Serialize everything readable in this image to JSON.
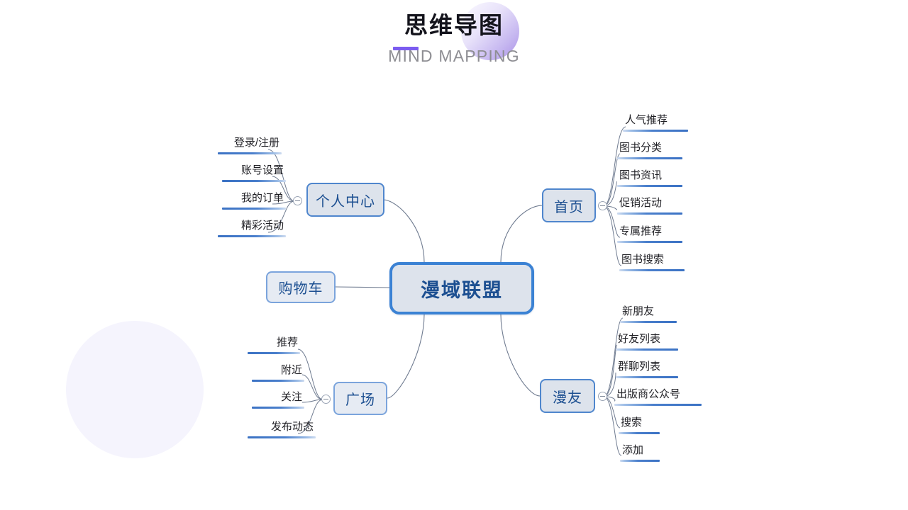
{
  "header": {
    "title_cn": "思维导图",
    "title_en": "MIND MAPPING",
    "accent_color": "#7b5cf0"
  },
  "theme": {
    "node_fill": "#dde3ec",
    "node_border": "#4f86cd",
    "root_border": "#3b82d4",
    "node_text": "#1c4f91",
    "leaf_text": "#1f1f24",
    "leaf_rule": "#3b72c4",
    "connector": "#6f7b90",
    "deco_circle": "#f5f4fd"
  },
  "mindmap": {
    "root": {
      "label": "漫域联盟"
    },
    "branches": [
      {
        "id": "personal-center",
        "label": "个人中心",
        "side": "left",
        "has_toggle": true,
        "children": [
          {
            "label": "登录/注册"
          },
          {
            "label": "账号设置"
          },
          {
            "label": "我的订单"
          },
          {
            "label": "精彩活动"
          }
        ]
      },
      {
        "id": "shopping-cart",
        "label": "购物车",
        "side": "left",
        "has_toggle": false,
        "children": []
      },
      {
        "id": "plaza",
        "label": "广场",
        "side": "left",
        "has_toggle": true,
        "children": [
          {
            "label": "推荐"
          },
          {
            "label": "附近"
          },
          {
            "label": "关注"
          },
          {
            "label": "发布动态"
          }
        ]
      },
      {
        "id": "home",
        "label": "首页",
        "side": "right",
        "has_toggle": true,
        "children": [
          {
            "label": "人气推荐"
          },
          {
            "label": "图书分类"
          },
          {
            "label": "图书资讯"
          },
          {
            "label": "促销活动"
          },
          {
            "label": "专属推荐"
          },
          {
            "label": "图书搜索"
          }
        ]
      },
      {
        "id": "comic-friends",
        "label": "漫友",
        "side": "right",
        "has_toggle": true,
        "children": [
          {
            "label": "新朋友"
          },
          {
            "label": "好友列表"
          },
          {
            "label": "群聊列表"
          },
          {
            "label": "出版商公众号"
          },
          {
            "label": "搜索"
          },
          {
            "label": "添加"
          }
        ]
      }
    ]
  }
}
